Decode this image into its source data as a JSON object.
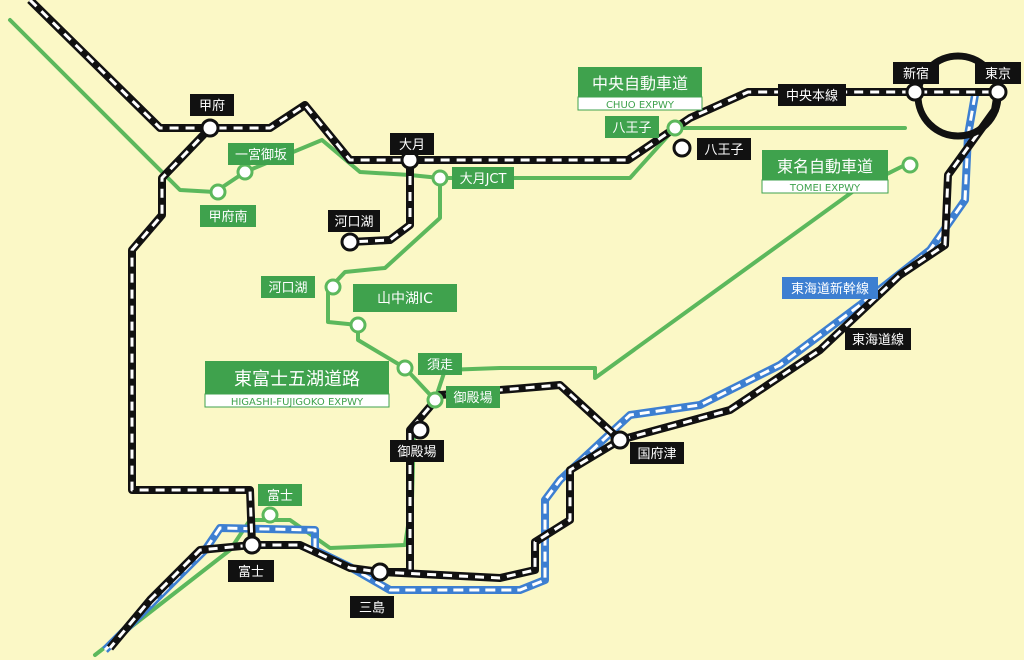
{
  "colors": {
    "background": "#fbf8c6",
    "expressway": "#5cb85c",
    "expressway_label_bg": "#3fa24d",
    "rail": "#111111",
    "shinkansen": "#3d7fd1",
    "station_label_bg": "#111111"
  },
  "stations": {
    "shinjuku": "新宿",
    "tokyo": "東京",
    "kofu": "甲府",
    "otsuki": "大月",
    "kawaguchiko": "河口湖",
    "hachioji": "八王子",
    "gotemba": "御殿場",
    "kozu": "国府津",
    "fuji": "富士",
    "mishima": "三島"
  },
  "rail_lines": {
    "chuo_main": "中央本線",
    "tokaido_main": "東海道線",
    "tokaido_shinkansen": "東海道新幹線"
  },
  "expressways": {
    "chuo_ja": "中央自動車道",
    "chuo_en": "CHUO EXPWY",
    "tomei_ja": "東名自動車道",
    "tomei_en": "TOMEI EXPWY",
    "higashifuji_ja": "東富士五湖道路",
    "higashifuji_en": "HIGASHI-FUJIGOKO EXPWY"
  },
  "interchanges": {
    "hachioji": "八王子",
    "otsuki_jct": "大月JCT",
    "ichinomiya_misaka": "一宮御坂",
    "kofu_minami": "甲府南",
    "kawaguchiko": "河口湖",
    "yamanakako_ic": "山中湖IC",
    "subashiri": "須走",
    "gotemba": "御殿場",
    "fuji": "富士"
  }
}
